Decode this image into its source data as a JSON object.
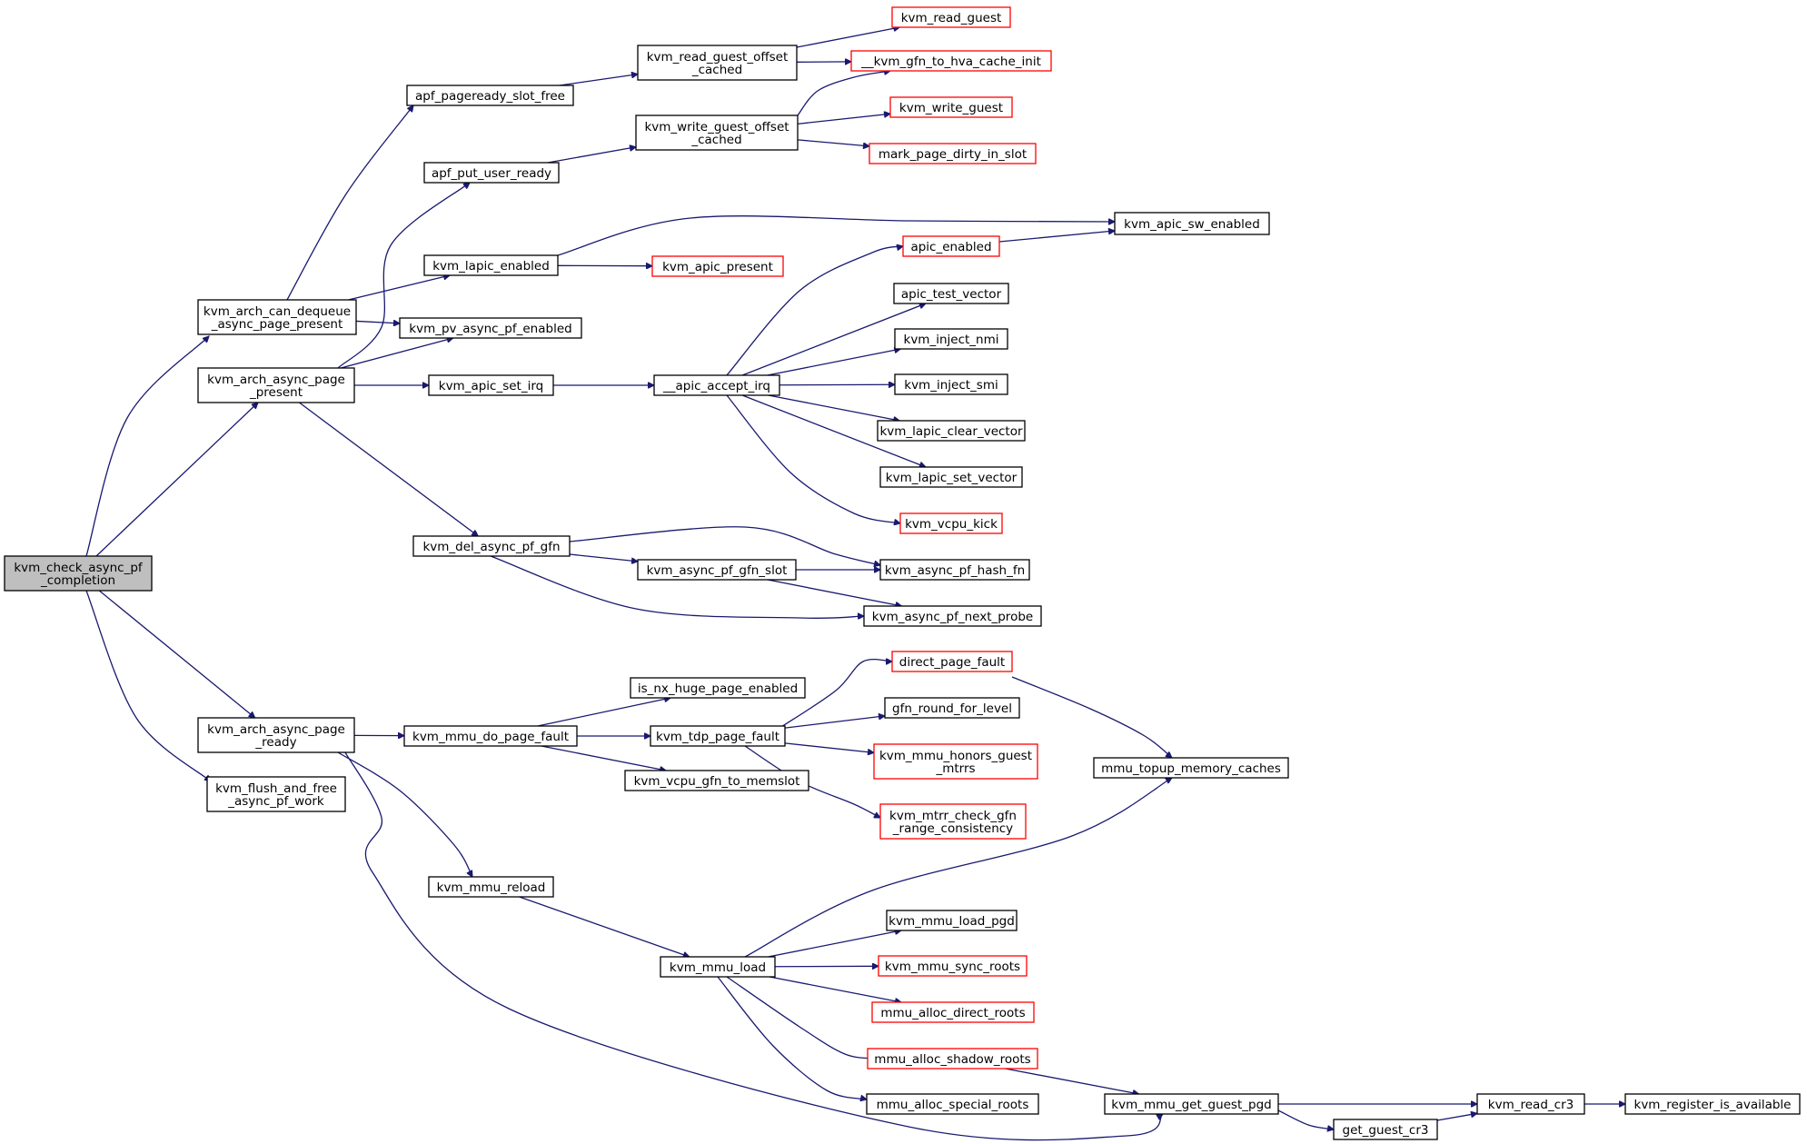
{
  "colors": {
    "edge": "#191970",
    "node_border": "#000000",
    "truncated_node_border": "#ff0000",
    "root_fill": "#bfbfbf"
  },
  "graph": {
    "root": "kvm_check_async_pf_completion",
    "nodes": [
      {
        "id": "kvm_check_async_pf_completion",
        "lines": [
          "kvm_check_async_pf",
          "_completion"
        ],
        "style": "root"
      },
      {
        "id": "kvm_arch_can_dequeue_async_page_present",
        "lines": [
          "kvm_arch_can_dequeue",
          "_async_page_present"
        ],
        "style": "normal"
      },
      {
        "id": "kvm_arch_async_page_present",
        "lines": [
          "kvm_arch_async_page",
          "_present"
        ],
        "style": "normal"
      },
      {
        "id": "kvm_arch_async_page_ready",
        "lines": [
          "kvm_arch_async_page",
          "_ready"
        ],
        "style": "normal"
      },
      {
        "id": "kvm_flush_and_free_async_pf_work",
        "lines": [
          "kvm_flush_and_free",
          "_async_pf_work"
        ],
        "style": "normal"
      },
      {
        "id": "apf_pageready_slot_free",
        "lines": [
          "apf_pageready_slot_free"
        ],
        "style": "normal"
      },
      {
        "id": "apf_put_user_ready",
        "lines": [
          "apf_put_user_ready"
        ],
        "style": "normal"
      },
      {
        "id": "kvm_lapic_enabled",
        "lines": [
          "kvm_lapic_enabled"
        ],
        "style": "normal"
      },
      {
        "id": "kvm_pv_async_pf_enabled",
        "lines": [
          "kvm_pv_async_pf_enabled"
        ],
        "style": "normal"
      },
      {
        "id": "kvm_apic_set_irq",
        "lines": [
          "kvm_apic_set_irq"
        ],
        "style": "normal"
      },
      {
        "id": "kvm_del_async_pf_gfn",
        "lines": [
          "kvm_del_async_pf_gfn"
        ],
        "style": "normal"
      },
      {
        "id": "kvm_mmu_do_page_fault",
        "lines": [
          "kvm_mmu_do_page_fault"
        ],
        "style": "normal"
      },
      {
        "id": "kvm_mmu_reload",
        "lines": [
          "kvm_mmu_reload"
        ],
        "style": "normal"
      },
      {
        "id": "kvm_read_guest_offset_cached",
        "lines": [
          "kvm_read_guest_offset",
          "_cached"
        ],
        "style": "normal"
      },
      {
        "id": "kvm_write_guest_offset_cached",
        "lines": [
          "kvm_write_guest_offset",
          "_cached"
        ],
        "style": "normal"
      },
      {
        "id": "__apic_accept_irq",
        "lines": [
          "__apic_accept_irq"
        ],
        "style": "normal"
      },
      {
        "id": "kvm_async_pf_gfn_slot",
        "lines": [
          "kvm_async_pf_gfn_slot"
        ],
        "style": "normal"
      },
      {
        "id": "is_nx_huge_page_enabled",
        "lines": [
          "is_nx_huge_page_enabled"
        ],
        "style": "normal"
      },
      {
        "id": "kvm_tdp_page_fault",
        "lines": [
          "kvm_tdp_page_fault"
        ],
        "style": "normal"
      },
      {
        "id": "kvm_vcpu_gfn_to_memslot",
        "lines": [
          "kvm_vcpu_gfn_to_memslot"
        ],
        "style": "normal"
      },
      {
        "id": "kvm_mmu_load",
        "lines": [
          "kvm_mmu_load"
        ],
        "style": "normal"
      },
      {
        "id": "kvm_read_guest",
        "lines": [
          "kvm_read_guest"
        ],
        "style": "truncated"
      },
      {
        "id": "__kvm_gfn_to_hva_cache_init",
        "lines": [
          "__kvm_gfn_to_hva_cache_init"
        ],
        "style": "truncated"
      },
      {
        "id": "kvm_write_guest",
        "lines": [
          "kvm_write_guest"
        ],
        "style": "truncated"
      },
      {
        "id": "mark_page_dirty_in_slot",
        "lines": [
          "mark_page_dirty_in_slot"
        ],
        "style": "truncated"
      },
      {
        "id": "apic_enabled",
        "lines": [
          "apic_enabled"
        ],
        "style": "truncated"
      },
      {
        "id": "kvm_apic_present",
        "lines": [
          "kvm_apic_present"
        ],
        "style": "truncated"
      },
      {
        "id": "apic_test_vector",
        "lines": [
          "apic_test_vector"
        ],
        "style": "normal"
      },
      {
        "id": "kvm_inject_nmi",
        "lines": [
          "kvm_inject_nmi"
        ],
        "style": "normal"
      },
      {
        "id": "kvm_inject_smi",
        "lines": [
          "kvm_inject_smi"
        ],
        "style": "normal"
      },
      {
        "id": "kvm_lapic_clear_vector",
        "lines": [
          "kvm_lapic_clear_vector"
        ],
        "style": "normal"
      },
      {
        "id": "kvm_lapic_set_vector",
        "lines": [
          "kvm_lapic_set_vector"
        ],
        "style": "normal"
      },
      {
        "id": "kvm_vcpu_kick",
        "lines": [
          "kvm_vcpu_kick"
        ],
        "style": "truncated"
      },
      {
        "id": "kvm_async_pf_hash_fn",
        "lines": [
          "kvm_async_pf_hash_fn"
        ],
        "style": "normal"
      },
      {
        "id": "kvm_async_pf_next_probe",
        "lines": [
          "kvm_async_pf_next_probe"
        ],
        "style": "normal"
      },
      {
        "id": "direct_page_fault",
        "lines": [
          "direct_page_fault"
        ],
        "style": "truncated"
      },
      {
        "id": "gfn_round_for_level",
        "lines": [
          "gfn_round_for_level"
        ],
        "style": "normal"
      },
      {
        "id": "kvm_mmu_honors_guest_mtrrs",
        "lines": [
          "kvm_mmu_honors_guest",
          "_mtrrs"
        ],
        "style": "truncated"
      },
      {
        "id": "kvm_mtrr_check_gfn_range_consistency",
        "lines": [
          "kvm_mtrr_check_gfn",
          "_range_consistency"
        ],
        "style": "truncated"
      },
      {
        "id": "kvm_mmu_load_pgd",
        "lines": [
          "kvm_mmu_load_pgd"
        ],
        "style": "normal"
      },
      {
        "id": "kvm_mmu_sync_roots",
        "lines": [
          "kvm_mmu_sync_roots"
        ],
        "style": "truncated"
      },
      {
        "id": "mmu_alloc_direct_roots",
        "lines": [
          "mmu_alloc_direct_roots"
        ],
        "style": "truncated"
      },
      {
        "id": "mmu_alloc_shadow_roots",
        "lines": [
          "mmu_alloc_shadow_roots"
        ],
        "style": "truncated"
      },
      {
        "id": "mmu_alloc_special_roots",
        "lines": [
          "mmu_alloc_special_roots"
        ],
        "style": "normal"
      },
      {
        "id": "kvm_apic_sw_enabled",
        "lines": [
          "kvm_apic_sw_enabled"
        ],
        "style": "normal"
      },
      {
        "id": "mmu_topup_memory_caches",
        "lines": [
          "mmu_topup_memory_caches"
        ],
        "style": "normal"
      },
      {
        "id": "kvm_mmu_get_guest_pgd",
        "lines": [
          "kvm_mmu_get_guest_pgd"
        ],
        "style": "normal"
      },
      {
        "id": "get_guest_cr3",
        "lines": [
          "get_guest_cr3"
        ],
        "style": "normal"
      },
      {
        "id": "kvm_read_cr3",
        "lines": [
          "kvm_read_cr3"
        ],
        "style": "normal"
      },
      {
        "id": "kvm_register_is_available",
        "lines": [
          "kvm_register_is_available"
        ],
        "style": "normal"
      }
    ],
    "edges": [
      [
        "kvm_check_async_pf_completion",
        "kvm_arch_can_dequeue_async_page_present"
      ],
      [
        "kvm_check_async_pf_completion",
        "kvm_arch_async_page_present"
      ],
      [
        "kvm_check_async_pf_completion",
        "kvm_arch_async_page_ready"
      ],
      [
        "kvm_check_async_pf_completion",
        "kvm_flush_and_free_async_pf_work"
      ],
      [
        "kvm_arch_can_dequeue_async_page_present",
        "apf_pageready_slot_free"
      ],
      [
        "kvm_arch_can_dequeue_async_page_present",
        "kvm_lapic_enabled"
      ],
      [
        "kvm_arch_can_dequeue_async_page_present",
        "kvm_pv_async_pf_enabled"
      ],
      [
        "kvm_arch_async_page_present",
        "apf_put_user_ready"
      ],
      [
        "kvm_arch_async_page_present",
        "kvm_pv_async_pf_enabled"
      ],
      [
        "kvm_arch_async_page_present",
        "kvm_apic_set_irq"
      ],
      [
        "kvm_arch_async_page_present",
        "kvm_del_async_pf_gfn"
      ],
      [
        "kvm_arch_async_page_ready",
        "kvm_mmu_do_page_fault"
      ],
      [
        "kvm_arch_async_page_ready",
        "kvm_mmu_reload"
      ],
      [
        "kvm_arch_async_page_ready",
        "kvm_mmu_get_guest_pgd"
      ],
      [
        "apf_pageready_slot_free",
        "kvm_read_guest_offset_cached"
      ],
      [
        "apf_put_user_ready",
        "kvm_write_guest_offset_cached"
      ],
      [
        "kvm_read_guest_offset_cached",
        "kvm_read_guest"
      ],
      [
        "kvm_read_guest_offset_cached",
        "__kvm_gfn_to_hva_cache_init"
      ],
      [
        "kvm_write_guest_offset_cached",
        "__kvm_gfn_to_hva_cache_init"
      ],
      [
        "kvm_write_guest_offset_cached",
        "kvm_write_guest"
      ],
      [
        "kvm_write_guest_offset_cached",
        "mark_page_dirty_in_slot"
      ],
      [
        "kvm_lapic_enabled",
        "kvm_apic_sw_enabled"
      ],
      [
        "kvm_lapic_enabled",
        "kvm_apic_present"
      ],
      [
        "kvm_apic_set_irq",
        "__apic_accept_irq"
      ],
      [
        "__apic_accept_irq",
        "apic_enabled"
      ],
      [
        "__apic_accept_irq",
        "apic_test_vector"
      ],
      [
        "__apic_accept_irq",
        "kvm_inject_nmi"
      ],
      [
        "__apic_accept_irq",
        "kvm_inject_smi"
      ],
      [
        "__apic_accept_irq",
        "kvm_lapic_clear_vector"
      ],
      [
        "__apic_accept_irq",
        "kvm_lapic_set_vector"
      ],
      [
        "__apic_accept_irq",
        "kvm_vcpu_kick"
      ],
      [
        "apic_enabled",
        "kvm_apic_sw_enabled"
      ],
      [
        "kvm_del_async_pf_gfn",
        "kvm_async_pf_gfn_slot"
      ],
      [
        "kvm_del_async_pf_gfn",
        "kvm_async_pf_hash_fn"
      ],
      [
        "kvm_del_async_pf_gfn",
        "kvm_async_pf_next_probe"
      ],
      [
        "kvm_async_pf_gfn_slot",
        "kvm_async_pf_hash_fn"
      ],
      [
        "kvm_async_pf_gfn_slot",
        "kvm_async_pf_next_probe"
      ],
      [
        "kvm_mmu_do_page_fault",
        "is_nx_huge_page_enabled"
      ],
      [
        "kvm_mmu_do_page_fault",
        "kvm_tdp_page_fault"
      ],
      [
        "kvm_mmu_do_page_fault",
        "kvm_vcpu_gfn_to_memslot"
      ],
      [
        "kvm_tdp_page_fault",
        "direct_page_fault"
      ],
      [
        "kvm_tdp_page_fault",
        "gfn_round_for_level"
      ],
      [
        "kvm_tdp_page_fault",
        "kvm_mmu_honors_guest_mtrrs"
      ],
      [
        "kvm_tdp_page_fault",
        "kvm_mtrr_check_gfn_range_consistency"
      ],
      [
        "direct_page_fault",
        "mmu_topup_memory_caches"
      ],
      [
        "kvm_mmu_reload",
        "kvm_mmu_load"
      ],
      [
        "kvm_mmu_load",
        "mmu_topup_memory_caches"
      ],
      [
        "kvm_mmu_load",
        "kvm_mmu_load_pgd"
      ],
      [
        "kvm_mmu_load",
        "kvm_mmu_sync_roots"
      ],
      [
        "kvm_mmu_load",
        "mmu_alloc_direct_roots"
      ],
      [
        "kvm_mmu_load",
        "mmu_alloc_shadow_roots"
      ],
      [
        "kvm_mmu_load",
        "mmu_alloc_special_roots"
      ],
      [
        "mmu_alloc_shadow_roots",
        "kvm_mmu_get_guest_pgd"
      ],
      [
        "kvm_mmu_get_guest_pgd",
        "kvm_read_cr3"
      ],
      [
        "kvm_mmu_get_guest_pgd",
        "get_guest_cr3"
      ],
      [
        "get_guest_cr3",
        "kvm_read_cr3"
      ],
      [
        "kvm_read_cr3",
        "kvm_register_is_available"
      ]
    ]
  }
}
